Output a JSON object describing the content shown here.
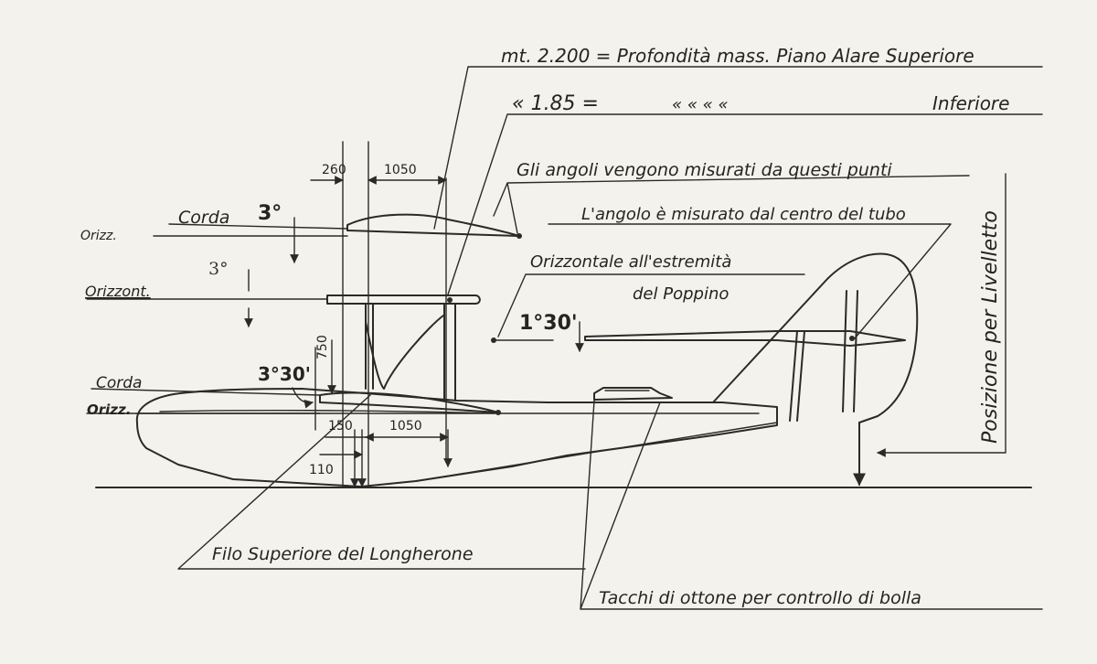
{
  "annotations": {
    "depth_upper": "mt. 2.200 = Profondità mass. Piano Alare Superiore",
    "depth_lower_prefix": "« 1.85 =",
    "depth_lower_ditto": "«      «      «      «",
    "depth_lower_suffix": "Inferiore",
    "angles_measured": "Gli angoli vengono misurati da questi punti",
    "angle_tube": "L'angolo è misurato dal centro del tubo",
    "horizontal_tail_1": "Orizzontale all'estremità",
    "horizontal_tail_2": "del Poppino",
    "spar_top": "Filo Superiore del Longherone",
    "brass_tabs": "Tacchi di ottone per controllo di bolla",
    "position_level": "Posizione per Livelletto"
  },
  "labels": {
    "orizz_top": "Orizz.",
    "corda_top": "Corda",
    "angle_top": "3°",
    "angle_mid": "3°",
    "orizzont_mid": "Orizzont.",
    "tail_angle": "1°30'",
    "corda_low": "Corda",
    "orizz_low": "Orizz.",
    "angle_low": "3°30'"
  },
  "dimensions": {
    "d260": "260",
    "d1050_top": "1050",
    "d750": "750",
    "d150": "150",
    "d1050_low": "1050",
    "d110": "110"
  },
  "colors": {
    "paper": "#f4f2ec",
    "ink": "#2c2a28"
  }
}
